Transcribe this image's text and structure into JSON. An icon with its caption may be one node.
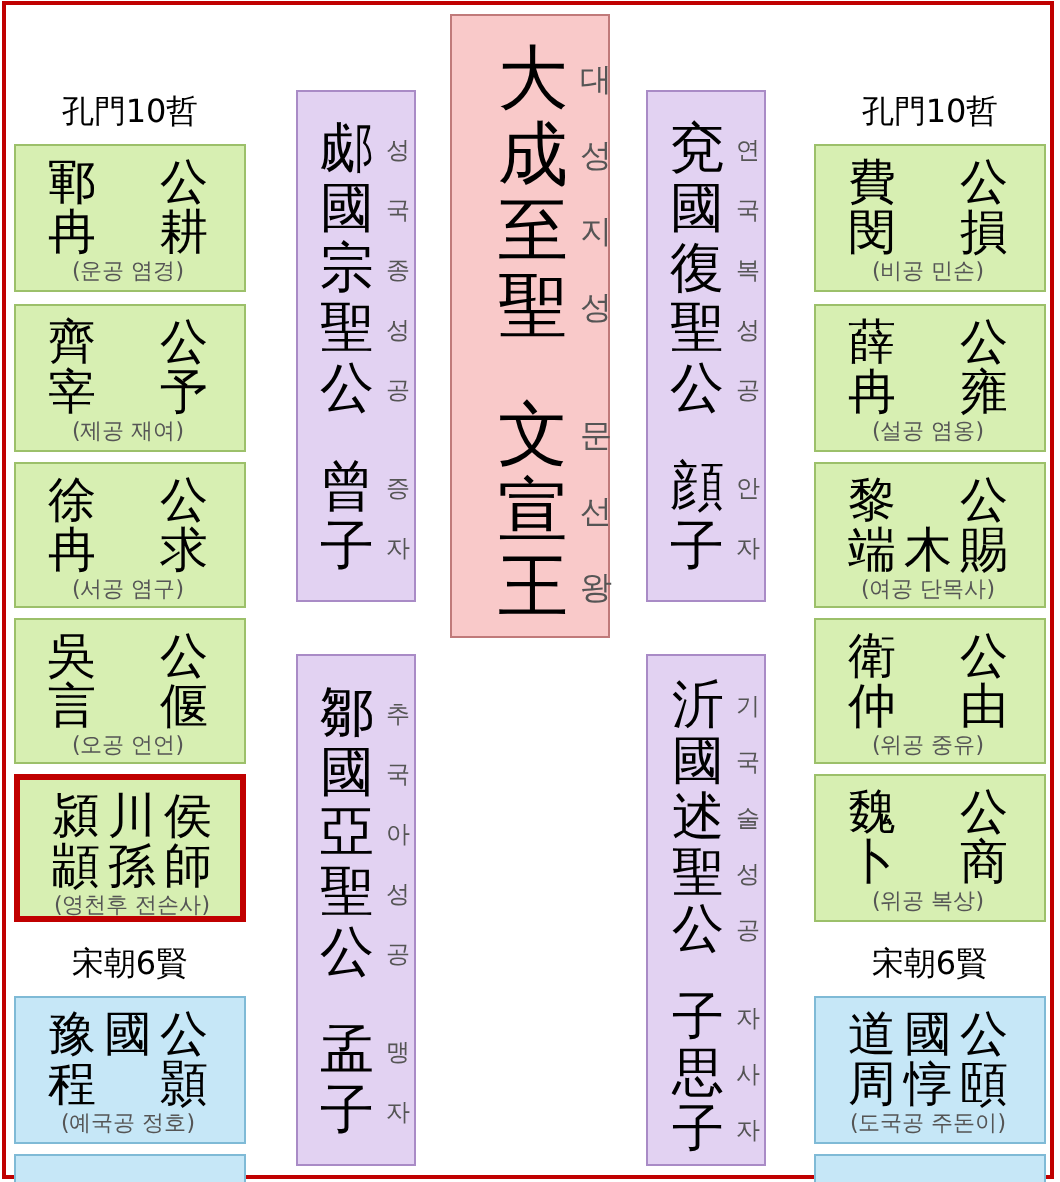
{
  "diagram": {
    "nodes": [
      {
        "text": [
          "鄆公",
          "冉耕",
          "(운공 염경)"
        ]
      },
      {
        "text": [
          "齊公",
          "宰予",
          "(제공 재여)"
        ]
      },
      {
        "text": [
          "徐公",
          "冉求",
          "(서공 염구)"
        ]
      },
      {
        "text": [
          "吳公",
          "言偃",
          "(오공 언언)"
        ]
      },
      {
        "text": [
          "潁川侯",
          "顓孫師",
          "(영천후 전손사)"
        ]
      },
      {
        "text": [
          "豫國公",
          "程顥",
          "(예국공 정호)"
        ]
      },
      {
        "text": [],
        "shape": "box"
      },
      {
        "text": [
          "郕國宗聖公",
          "曾子",
          "성국종성공",
          "증자"
        ]
      },
      {
        "text": [
          "鄒國亞聖公",
          "孟子",
          "추국아성공",
          "맹자"
        ]
      },
      {
        "text": [
          "大成至聖",
          "文宣王",
          "대성지성",
          "문선왕"
        ]
      },
      {
        "text": [
          "兗國復聖公",
          "顔子",
          "연국복성공",
          "안자"
        ]
      },
      {
        "text": [
          "沂國述聖公",
          "子思子",
          "기국술성공",
          "자사자"
        ]
      },
      {
        "text": [
          "費公",
          "閔損",
          "(비공 민손)"
        ]
      },
      {
        "text": [
          "薛公",
          "冉雍",
          "(설공 염옹)"
        ]
      },
      {
        "text": [
          "黎公",
          "端木賜",
          "(여공 단목사)"
        ]
      },
      {
        "text": [
          "衛公",
          "仲由",
          "(위공 중유)"
        ]
      },
      {
        "text": [
          "魏公",
          "卜商",
          "(위공 복상)"
        ]
      },
      {
        "text": [
          "道國公",
          "周惇頤",
          "(도국공 주돈이)"
        ]
      },
      {
        "text": [],
        "shape": "box"
      }
    ],
    "labels": [
      "孔門10哲",
      "孔門10哲",
      "宋朝6賢",
      "宋朝6賢"
    ]
  }
}
